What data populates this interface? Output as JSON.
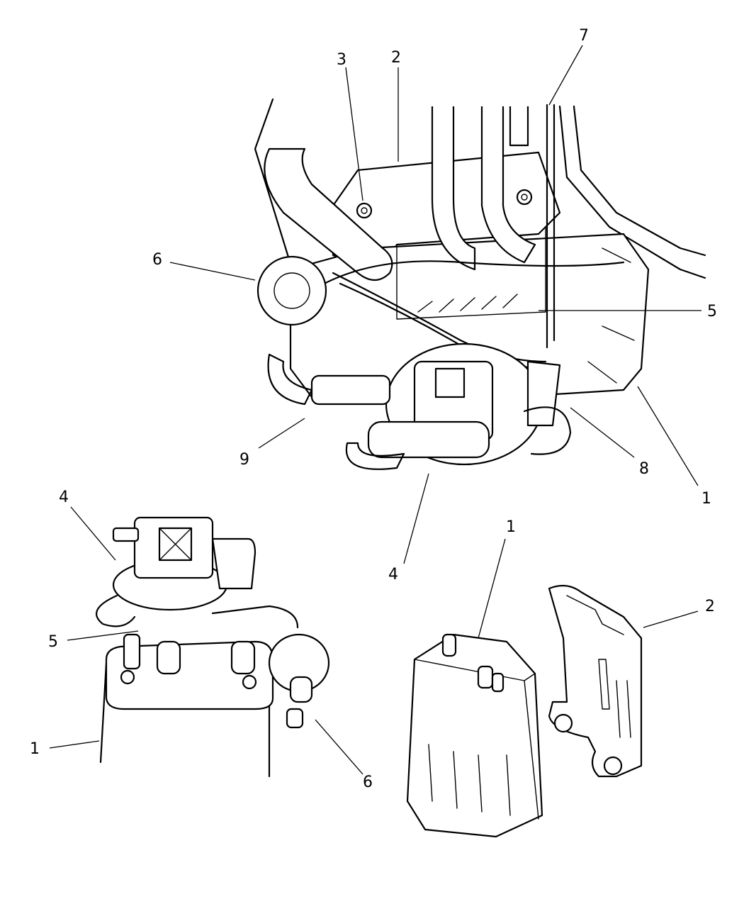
{
  "callouts": {
    "top": {
      "c3": "3",
      "c2": "2",
      "c7": "7",
      "c6": "6",
      "c5": "5",
      "c9": "9",
      "c4": "4",
      "c8": "8",
      "c1": "1"
    },
    "left": {
      "c4": "4",
      "c5": "5",
      "c1": "1",
      "c6": "6"
    },
    "right": {
      "c1": "1",
      "c2": "2"
    }
  },
  "parts": {
    "canister": "1",
    "bracket": "2",
    "nut": "3",
    "solenoid": "4",
    "vacuum_line": "5",
    "filter": "6",
    "purge_hose": "7",
    "clip": "8",
    "harness": "9"
  }
}
